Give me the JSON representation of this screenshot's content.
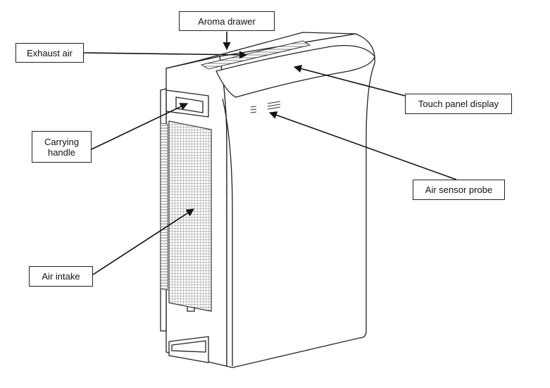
{
  "labels": {
    "aroma_drawer": "Aroma drawer",
    "exhaust_air": "Exhaust air",
    "touch_panel_display": "Touch panel display",
    "carrying_handle_line1": "Carrying",
    "carrying_handle_line2": "handle",
    "air_sensor_probe": "Air sensor probe",
    "air_intake": "Air intake"
  },
  "colors": {
    "outline": "#222222",
    "fill": "#ffffff",
    "grille": "#555555"
  }
}
